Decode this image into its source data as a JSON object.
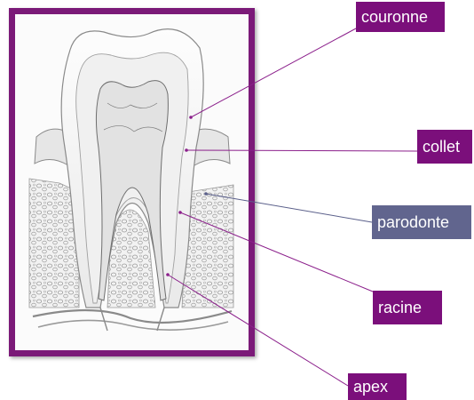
{
  "diagram": {
    "labels": {
      "couronne": "couronne",
      "collet": "collet",
      "parodonte": "parodonte",
      "racine": "racine",
      "apex": "apex"
    }
  },
  "colors": {
    "frame": "#7b1a78",
    "label_purple": "#7b0f7b",
    "label_slate": "#61658e",
    "leader_purple": "#8b1f8b",
    "leader_slate": "#5a5f8a"
  }
}
